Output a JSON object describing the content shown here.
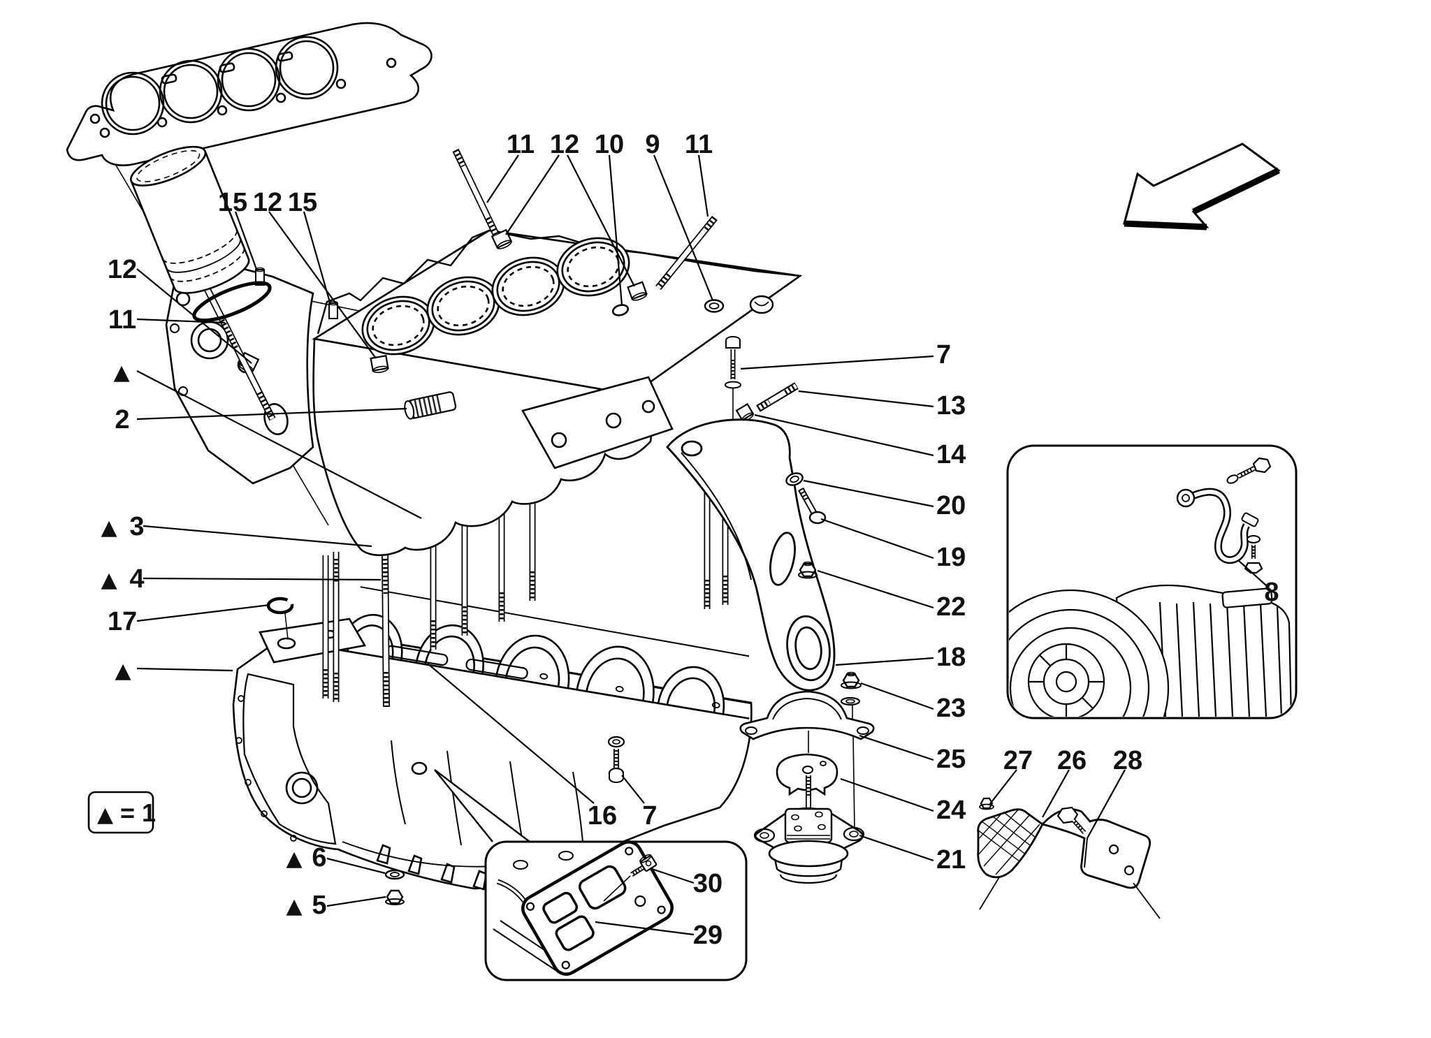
{
  "figure": {
    "kind": "exploded-parts-diagram",
    "background_color": "#ffffff",
    "line_color": "#000000",
    "text_color": "#111111"
  },
  "legend": {
    "triangle": "▲",
    "equals_text": "= 1"
  },
  "labels": {
    "left_12": "12",
    "left_11": "11",
    "left_tri": "▲",
    "left_2": "2",
    "mid_tri3": "▲",
    "mid_3": "3",
    "mid_tri4": "▲",
    "mid_4": "4",
    "mid_17": "17",
    "mid_tri": "▲",
    "deck_15a": "15",
    "deck_12": "12",
    "deck_15b": "15",
    "top_11a": "11",
    "top_12": "12",
    "top_10": "10",
    "top_9": "9",
    "top_11b": "11",
    "right_7": "7",
    "right_13": "13",
    "right_14": "14",
    "right_20": "20",
    "right_19": "19",
    "right_22": "22",
    "right_18": "18",
    "right_23": "23",
    "right_25": "25",
    "right_24": "24",
    "right_21": "21",
    "bottom_16": "16",
    "bottom_7": "7",
    "low_tri6": "▲",
    "low_6": "6",
    "low_tri5": "▲",
    "low_5": "5",
    "inset_30": "30",
    "inset_29": "29",
    "bracket_27": "27",
    "bracket_26": "26",
    "bracket_28": "28",
    "gearbox_8": "8"
  }
}
